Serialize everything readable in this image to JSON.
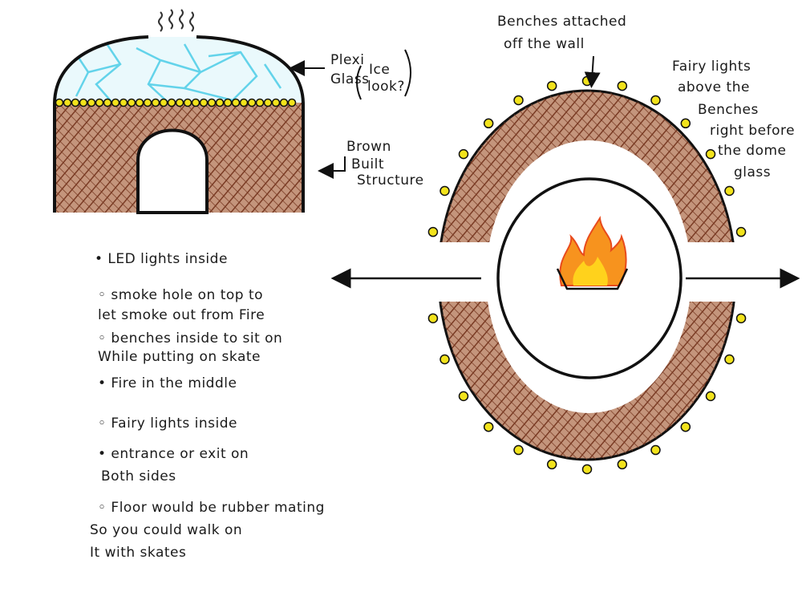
{
  "elevation": {
    "plexi_label": [
      "Plexi",
      "Glass"
    ],
    "ice_label": [
      "Ice",
      "look?"
    ],
    "brown_label": [
      "Brown",
      "Built",
      "Structure"
    ]
  },
  "plan": {
    "benches_label": [
      "Benches attached",
      "off the wall"
    ],
    "fairy_label": [
      "Fairy lights",
      "above the",
      "Benches",
      "right before",
      "the dome",
      "glass"
    ]
  },
  "notes": [
    "• LED lights inside",
    "◦ smoke hole on top to",
    "let smoke out from Fire",
    "◦ benches inside to sit on",
    "While putting on skate",
    "• Fire in the middle",
    "◦ Fairy lights inside",
    "• entrance or exit on",
    "Both sides",
    "◦ Floor would be rubber mating",
    "So you could walk on",
    "It with skates"
  ],
  "colors": {
    "brown": "#7a3b24",
    "ice": "#63d3ea",
    "light": "#f2e31c",
    "flame": "#f7931e"
  }
}
